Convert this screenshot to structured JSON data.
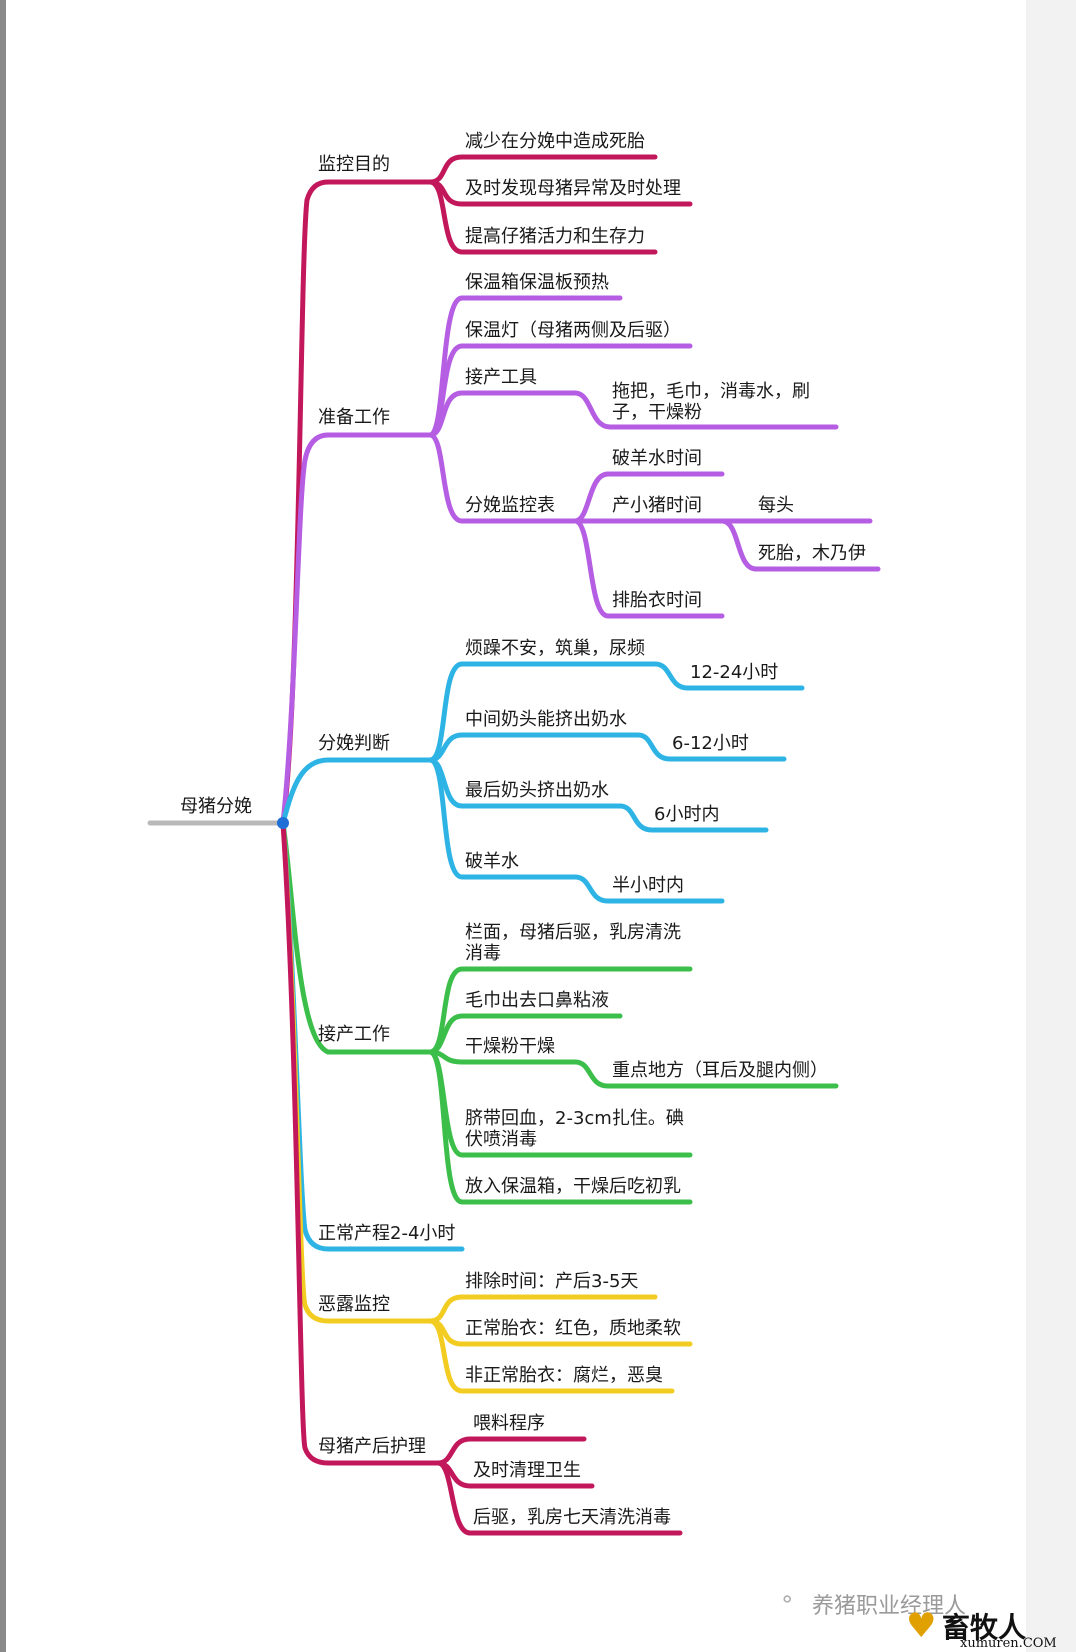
{
  "root": "母猪分娩",
  "colors": {
    "root": "#b9b9b9",
    "hub": "#1f6fd6",
    "monitor": "#c2185b",
    "prepare": "#b65ee3",
    "judge": "#2eb4e4",
    "deliver": "#3cbf4a",
    "normal": "#2eb4e4",
    "lochia": "#f2cc20",
    "care": "#c2185b"
  },
  "branches": {
    "monitor": {
      "label": "监控目的",
      "children": [
        "减少在分娩中造成死胎",
        "及时发现母猪异常及时处理",
        "提高仔猪活力和生存力"
      ]
    },
    "prepare": {
      "label": "准备工作",
      "children": {
        "preheat": "保温箱保温板预热",
        "lamp": "保温灯（母猪两侧及后驱）",
        "tools": {
          "label": "接产工具",
          "items_line1": "拖把，毛巾，消毒水，刷",
          "items_line2": "子，干燥粉"
        },
        "table": {
          "label": "分娩监控表",
          "rupture": "破羊水时间",
          "piglet": {
            "label": "产小猪时间",
            "each": "每头",
            "stillborn": "死胎，木乃伊"
          },
          "placenta": "排胎衣时间"
        }
      }
    },
    "judge": {
      "label": "分娩判断",
      "children": [
        {
          "sign": "烦躁不安，筑巢，尿频",
          "time": "12-24小时"
        },
        {
          "sign": "中间奶头能挤出奶水",
          "time": "6-12小时"
        },
        {
          "sign": "最后奶头挤出奶水",
          "time": "6小时内"
        },
        {
          "sign": "破羊水",
          "time": "半小时内"
        }
      ]
    },
    "deliver": {
      "label": "接产工作",
      "children": {
        "clean_line1": "栏面，母猪后驱，乳房清洗",
        "clean_line2": "消毒",
        "towel": "毛巾出去口鼻粘液",
        "dry": {
          "label": "干燥粉干燥",
          "focus": "重点地方（耳后及腿内侧）"
        },
        "cord_line1": "脐带回血，2-3cm扎住。碘",
        "cord_line2": "伏喷消毒",
        "box": "放入保温箱，干燥后吃初乳"
      }
    },
    "normal": {
      "label": "正常产程2-4小时"
    },
    "lochia": {
      "label": "恶露监控",
      "children": [
        "排除时间：产后3-5天",
        "正常胎衣：红色，质地柔软",
        "非正常胎衣：腐烂，恶臭"
      ]
    },
    "care": {
      "label": "母猪产后护理",
      "children": [
        "喂料程序",
        "及时清理卫生",
        "后驱，乳房七天清洗消毒"
      ]
    }
  },
  "watermark": {
    "account": "养猪职业经理人",
    "brand": "畜牧人",
    "domain": "xumuren.COM"
  }
}
